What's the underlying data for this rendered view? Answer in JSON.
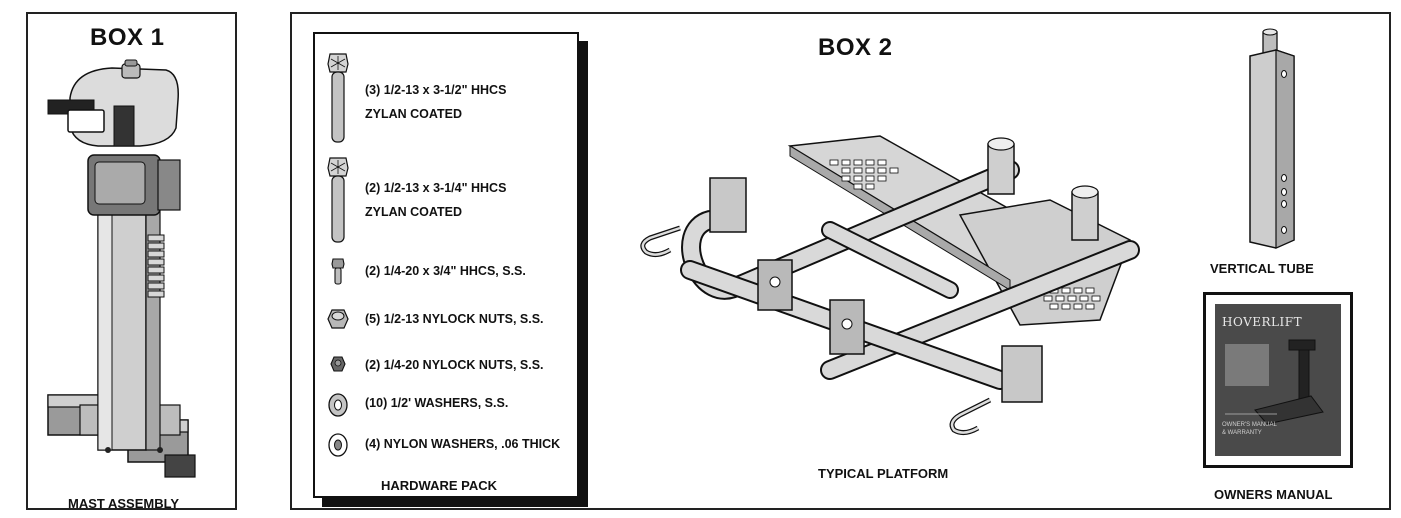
{
  "box1": {
    "title": "BOX 1",
    "caption": "MAST ASSEMBLY"
  },
  "box2": {
    "title": "BOX 2",
    "platform_caption": "TYPICAL PLATFORM",
    "tube_caption": "VERTICAL TUBE",
    "manual_caption": "OWNERS MANUAL",
    "manual_brand": "HOVERLIFT",
    "manual_cover_text": "OWNER'S MANUAL & WARRANTY"
  },
  "hardware_pack": {
    "caption": "HARDWARE PACK",
    "items": [
      {
        "icon": "long-bolt-icon",
        "line1": "(3) 1/2-13 x 3-1/2\" HHCS",
        "line2": "ZYLAN COATED"
      },
      {
        "icon": "long-bolt-icon",
        "line1": "(2) 1/2-13 x 3-1/4\" HHCS",
        "line2": "ZYLAN COATED"
      },
      {
        "icon": "short-bolt-icon",
        "line1": "(2) 1/4-20 x 3/4\" HHCS, S.S.",
        "line2": ""
      },
      {
        "icon": "nylock-nut-icon",
        "line1": "(5) 1/2-13 NYLOCK NUTS, S.S.",
        "line2": ""
      },
      {
        "icon": "small-nut-icon",
        "line1": "(2) 1/4-20 NYLOCK NUTS, S.S.",
        "line2": ""
      },
      {
        "icon": "washer-icon",
        "line1": "(10) 1/2' WASHERS, S.S.",
        "line2": ""
      },
      {
        "icon": "nylon-washer-icon",
        "line1": "(4) NYLON WASHERS, .06 THICK",
        "line2": ""
      }
    ]
  }
}
